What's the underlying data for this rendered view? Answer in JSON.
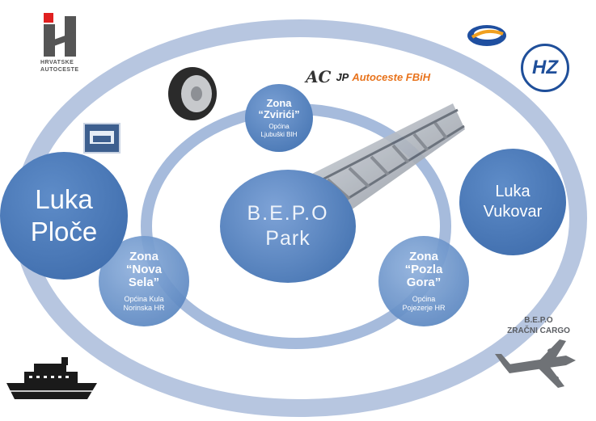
{
  "logos": {
    "hac": {
      "line1": "HRVATSKE",
      "line2": "AUTOCESTE"
    },
    "jp": {
      "mark": "AC",
      "prefix": "JP",
      "name": "Autoceste FBiH"
    },
    "hz": {
      "mark": "HZ"
    }
  },
  "center": {
    "line1": "B.E.P.O",
    "line2": "Park"
  },
  "zones": [
    {
      "title1": "Zona",
      "title2": "“Zvirići”",
      "sub1": "Općina",
      "sub2": "Ljubuški BIH"
    },
    {
      "title1": "Zona",
      "title2": "“Nova",
      "title3": "Sela”",
      "sub1": "Općina Kula",
      "sub2": "Norinska HR"
    },
    {
      "title1": "Zona",
      "title2": "“Pozla",
      "title3": "Gora”",
      "sub1": "Općina",
      "sub2": "Pojezerje HR"
    }
  ],
  "ports": {
    "ploce": {
      "line1": "Luka",
      "line2": "Ploče"
    },
    "vukovar": {
      "line1": "Luka",
      "line2": "Vukovar"
    }
  },
  "cargo": {
    "line1": "B.E.P.O",
    "line2": "ZRAČNI CARGO"
  },
  "colors": {
    "ring": "#b8c8e2",
    "node": "#4f7fbe",
    "node_light": "#6f95c8",
    "text": "#ffffff"
  }
}
